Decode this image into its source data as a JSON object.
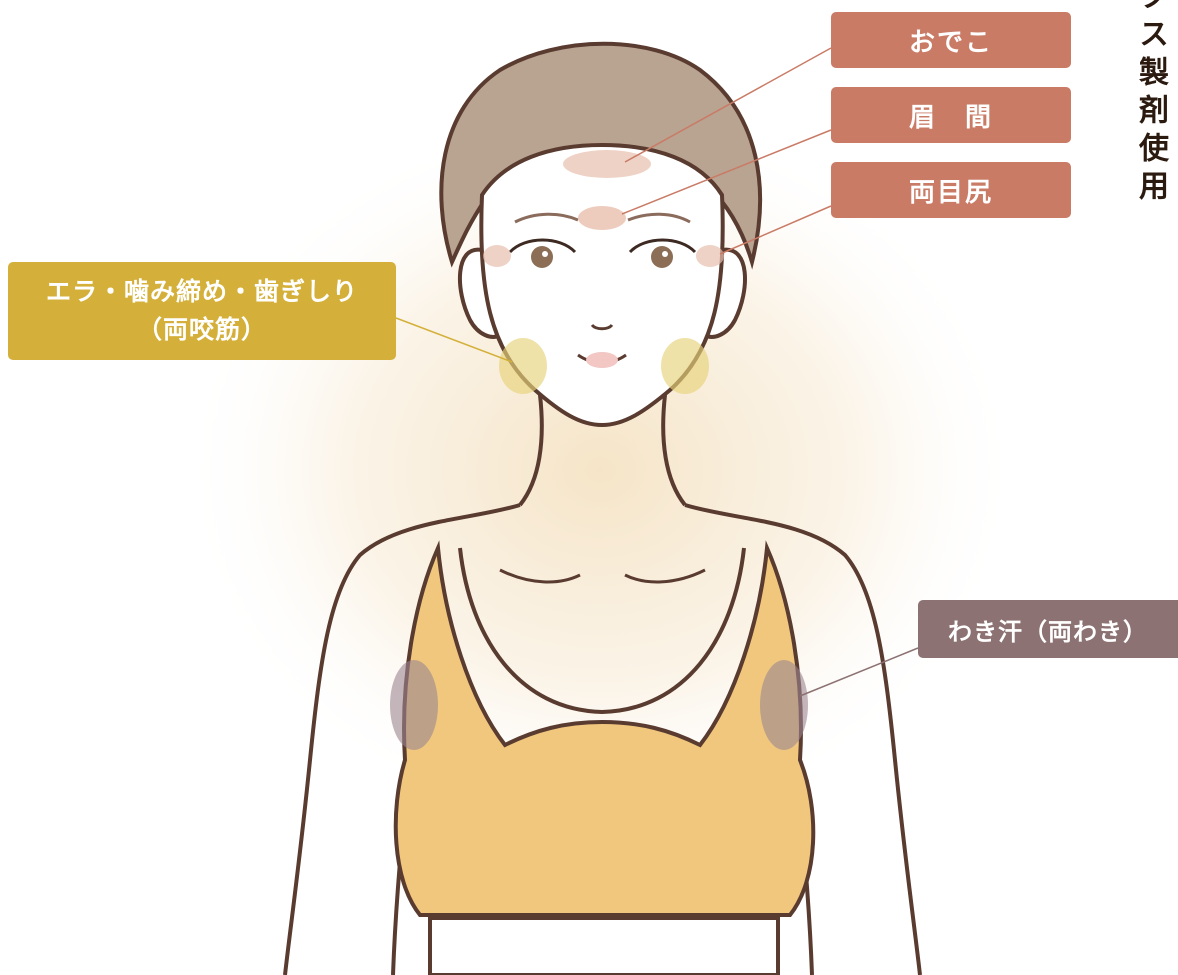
{
  "vertical_title": "クス製剤使用",
  "labels": {
    "forehead": "おでこ",
    "glabella": "眉　間",
    "crows_feet": "両目尻",
    "jaw_line1": "エラ・噛み締め・歯ぎしり",
    "jaw_line2": "（両咬筋）",
    "armpit": "わき汗（両わき）"
  },
  "colors": {
    "face_label": "#c97b66",
    "jaw_label": "#d4b03a",
    "armpit_label": "#8c7272",
    "face_spot": "#e8bfae",
    "jaw_spot": "#e6d27a",
    "armpit_spot": "#9b8590",
    "hair": "#b9a391",
    "outline": "#5a3b30",
    "top": "#f1c77e",
    "glow": "#f5e3c4"
  }
}
